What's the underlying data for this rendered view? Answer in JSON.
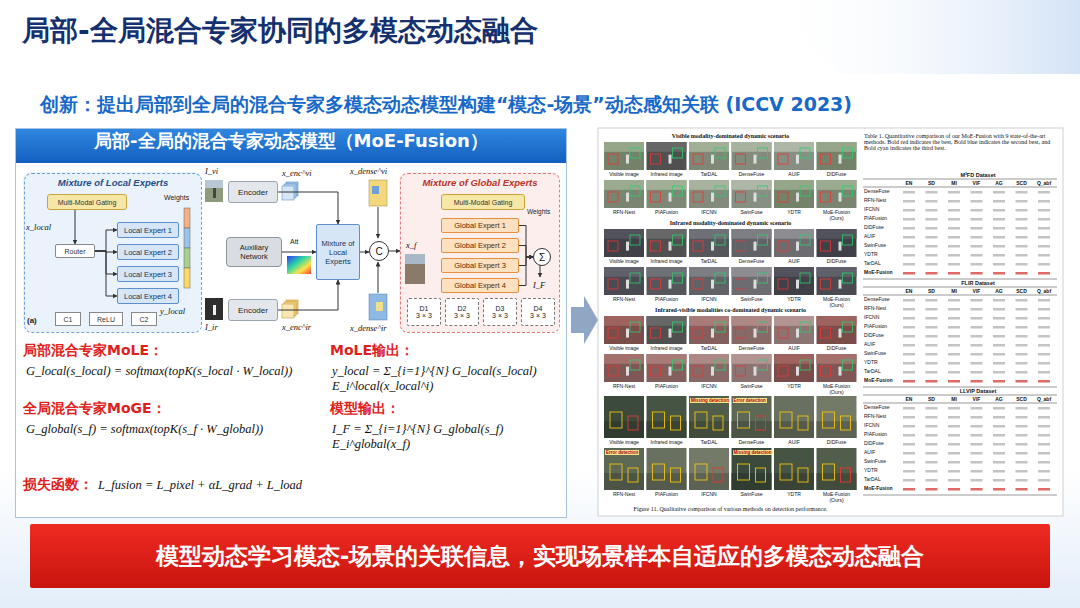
{
  "diagram": {
    "title": "局部-全局混合专家协同的多模态动态融合",
    "nodes": [
      {
        "text": [
          "局部-全局的混合专家动态模型（MoE-Fusion）"
        ]
      },
      {
        "text": [
          "Mixture of Local Experts"
        ],
        "in": 0
      },
      {
        "text": [
          "Multi-Modal Gating"
        ],
        "in": 1
      },
      {
        "text": [
          "Router"
        ],
        "in": 1
      },
      {
        "text": [
          "Local Expert 1"
        ],
        "in": 1
      },
      {
        "text": [
          "Local Expert 2"
        ],
        "in": 1
      },
      {
        "text": [
          "Local Expert 3"
        ],
        "in": 1
      },
      {
        "text": [
          "Local Expert 4"
        ],
        "in": 1
      },
      {
        "text": [
          "C1"
        ],
        "in": 1
      },
      {
        "text": [
          "ReLU"
        ],
        "in": 1
      },
      {
        "text": [
          "C2"
        ],
        "in": 1
      },
      {
        "text": [
          "Encoder"
        ],
        "in": 0
      },
      {
        "text": [
          "Encoder"
        ],
        "in": 0
      },
      {
        "text": [
          "Auxiliary Network"
        ],
        "in": 0
      },
      {
        "text": [
          "Mixture of Local Experts"
        ],
        "in": 0
      },
      {
        "text": [
          "Mixture of Global Experts"
        ],
        "in": 0
      },
      {
        "text": [
          "Multi-Modal Gating"
        ],
        "in": 15
      },
      {
        "text": [
          "Global Expert 1"
        ],
        "in": 15
      },
      {
        "text": [
          "Global Expert 2"
        ],
        "in": 15
      },
      {
        "text": [
          "Global Expert 3"
        ],
        "in": 15
      },
      {
        "text": [
          "Global Expert 4"
        ],
        "in": 15
      },
      {
        "text": [
          "D1",
          "3 × 3"
        ],
        "in": 15
      },
      {
        "text": [
          "D2",
          "3 × 3"
        ],
        "in": 15
      },
      {
        "text": [
          "D3",
          "3 × 3"
        ],
        "in": 15
      },
      {
        "text": [
          "D4",
          "3 × 3"
        ],
        "in": 15
      },
      {
        "text": [
          "C"
        ],
        "in": 0
      },
      {
        "text": [
          "Σ"
        ],
        "in": 15
      },
      {
        "text": [
          "模型动态学习模态-场景的关联信息，实现场景样本自适应的多模态动态融合"
        ]
      }
    ],
    "edges": [
      {
        "from": 2,
        "to": 3,
        "arrow": "to"
      },
      {
        "from": 3,
        "to": 4,
        "arrow": "to"
      },
      {
        "from": 3,
        "to": 5,
        "arrow": "to"
      },
      {
        "from": 3,
        "to": 6,
        "arrow": "to"
      },
      {
        "from": 3,
        "to": 7,
        "arrow": "to"
      },
      {
        "from": 11,
        "to": 14,
        "arrow": "to"
      },
      {
        "from": 12,
        "to": 14,
        "arrow": "to"
      },
      {
        "from": 13,
        "to": 14,
        "arrow": "to"
      },
      {
        "from": 14,
        "to": 25,
        "arrow": "to"
      },
      {
        "from": 25,
        "to": 15,
        "arrow": "to"
      },
      {
        "from": 17,
        "to": 26,
        "arrow": "to"
      },
      {
        "from": 18,
        "to": 26,
        "arrow": "to"
      },
      {
        "from": 19,
        "to": 26,
        "arrow": "to"
      },
      {
        "from": 20,
        "to": 26,
        "arrow": "to"
      }
    ],
    "labels": [
      "(a)",
      "x_local",
      "Weights",
      "y_local",
      "I_vi",
      "I_ir",
      "x_enc^vi",
      "x_enc^ir",
      "x_dense^vi",
      "x_dense^ir",
      "Att",
      "x_f",
      "Weights",
      "I_F",
      "局部混合专家MoLE：",
      "G_local(s_local) = softmax(topK(s_local · W_local))",
      "全局混合专家MoGE：",
      "G_global(s_f) = softmax(topK(s_f · W_global))",
      "损失函数：",
      "L_fusion = L_pixel + αL_grad + L_load",
      "MoLE输出：",
      "y_local = Σ_{i=1}^{N} G_local(s_local) E_i^local(x_local^i)",
      "模型输出：",
      "I_F = Σ_{i=1}^{N} G_global(s_f) E_i^global(x_f)",
      "Visible modality-dominated dynamic scenario",
      "Visible image",
      "Infrared image",
      "TarDAL",
      "DenseFuse",
      "AUIF",
      "DIDFuse",
      "RFN-Nest",
      "PIAFusion",
      "IFCNN",
      "SwinFuse",
      "YDTR",
      "MoE-Fusion (Ours)",
      "Infrared modality-dominated dynamic scenario",
      "Visible image",
      "Infrared image",
      "TarDAL",
      "DenseFuse",
      "AUIF",
      "DIDFuse",
      "RFN-Nest",
      "PIAFusion",
      "IFCNN",
      "SwinFuse",
      "YDTR",
      "MoE-Fusion (Ours)",
      "Infrared-visible modalities co-dominated dynamic scenario",
      "Visible image",
      "Infrared image",
      "TarDAL",
      "DenseFuse",
      "AUIF",
      "DIDFuse",
      "RFN-Nest",
      "PIAFusion",
      "IFCNN",
      "SwinFuse",
      "YDTR",
      "MoE-Fusion (Ours)",
      "Visible image",
      "Infrared image",
      "TarDAL",
      "DenseFuse",
      "AUIF",
      "DIDFuse",
      "RFN-Nest",
      "PIAFusion",
      "IFCNN",
      "SwinFuse",
      "YDTR",
      "MoE-Fusion (Ours)",
      "Missing detection",
      "Error detection",
      "Error detection",
      "Missing detection",
      "Figure 11. Qualitative comparison of various methods on detection performance.",
      "Table 1. Quantitative comparison of our MoE-Fusion with 9 state-of-the-art methods. Bold red indicates the best, Bold blue indicates the second best, and Bold cyan indicates the third best.",
      "M³FD Dataset",
      "EN",
      "SD",
      "MI",
      "VIF",
      "AG",
      "SCD",
      "Q_abf",
      "DenseFuse",
      "RFN-Nest",
      "IFCNN",
      "PIAFusion",
      "DIDFuse",
      "AUIF",
      "SwinFuse",
      "YDTR",
      "TarDAL",
      "MoE-Fusion",
      "FLIR Dataset",
      "EN",
      "SD",
      "MI",
      "VIF",
      "AG",
      "SCD",
      "Q_abf",
      "DenseFuse",
      "RFN-Nest",
      "IFCNN",
      "PIAFusion",
      "DIDFuse",
      "AUIF",
      "SwinFuse",
      "YDTR",
      "TarDAL",
      "MoE-Fusion",
      "LLVIP Dataset",
      "EN",
      "SD",
      "MI",
      "VIF",
      "AG",
      "SCD",
      "Q_abf",
      "DenseFuse",
      "RFN-Nest",
      "IFCNN",
      "PIAFusion",
      "DIDFuse",
      "AUIF",
      "SwinFuse",
      "YDTR",
      "TarDAL",
      "MoE-Fusion",
      "创新：提出局部到全局的混合专家多模态动态模型构建“模态-场景”动态感知关联 (ICCV 2023)"
    ]
  }
}
